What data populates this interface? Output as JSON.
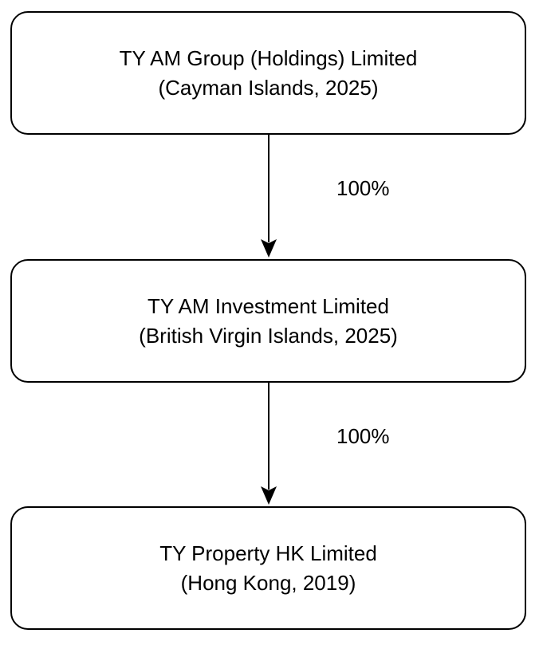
{
  "entities": [
    {
      "name": "TY AM Group (Holdings) Limited",
      "detail": "(Cayman Islands, 2025)"
    },
    {
      "name": "TY AM Investment Limited",
      "detail": "(British Virgin Islands, 2025)"
    },
    {
      "name": "TY Property HK Limited",
      "detail": "(Hong Kong, 2019)"
    }
  ],
  "ownership": [
    {
      "percent": "100%"
    },
    {
      "percent": "100%"
    }
  ],
  "colors": {
    "stroke": "#000000",
    "background": "#ffffff"
  }
}
